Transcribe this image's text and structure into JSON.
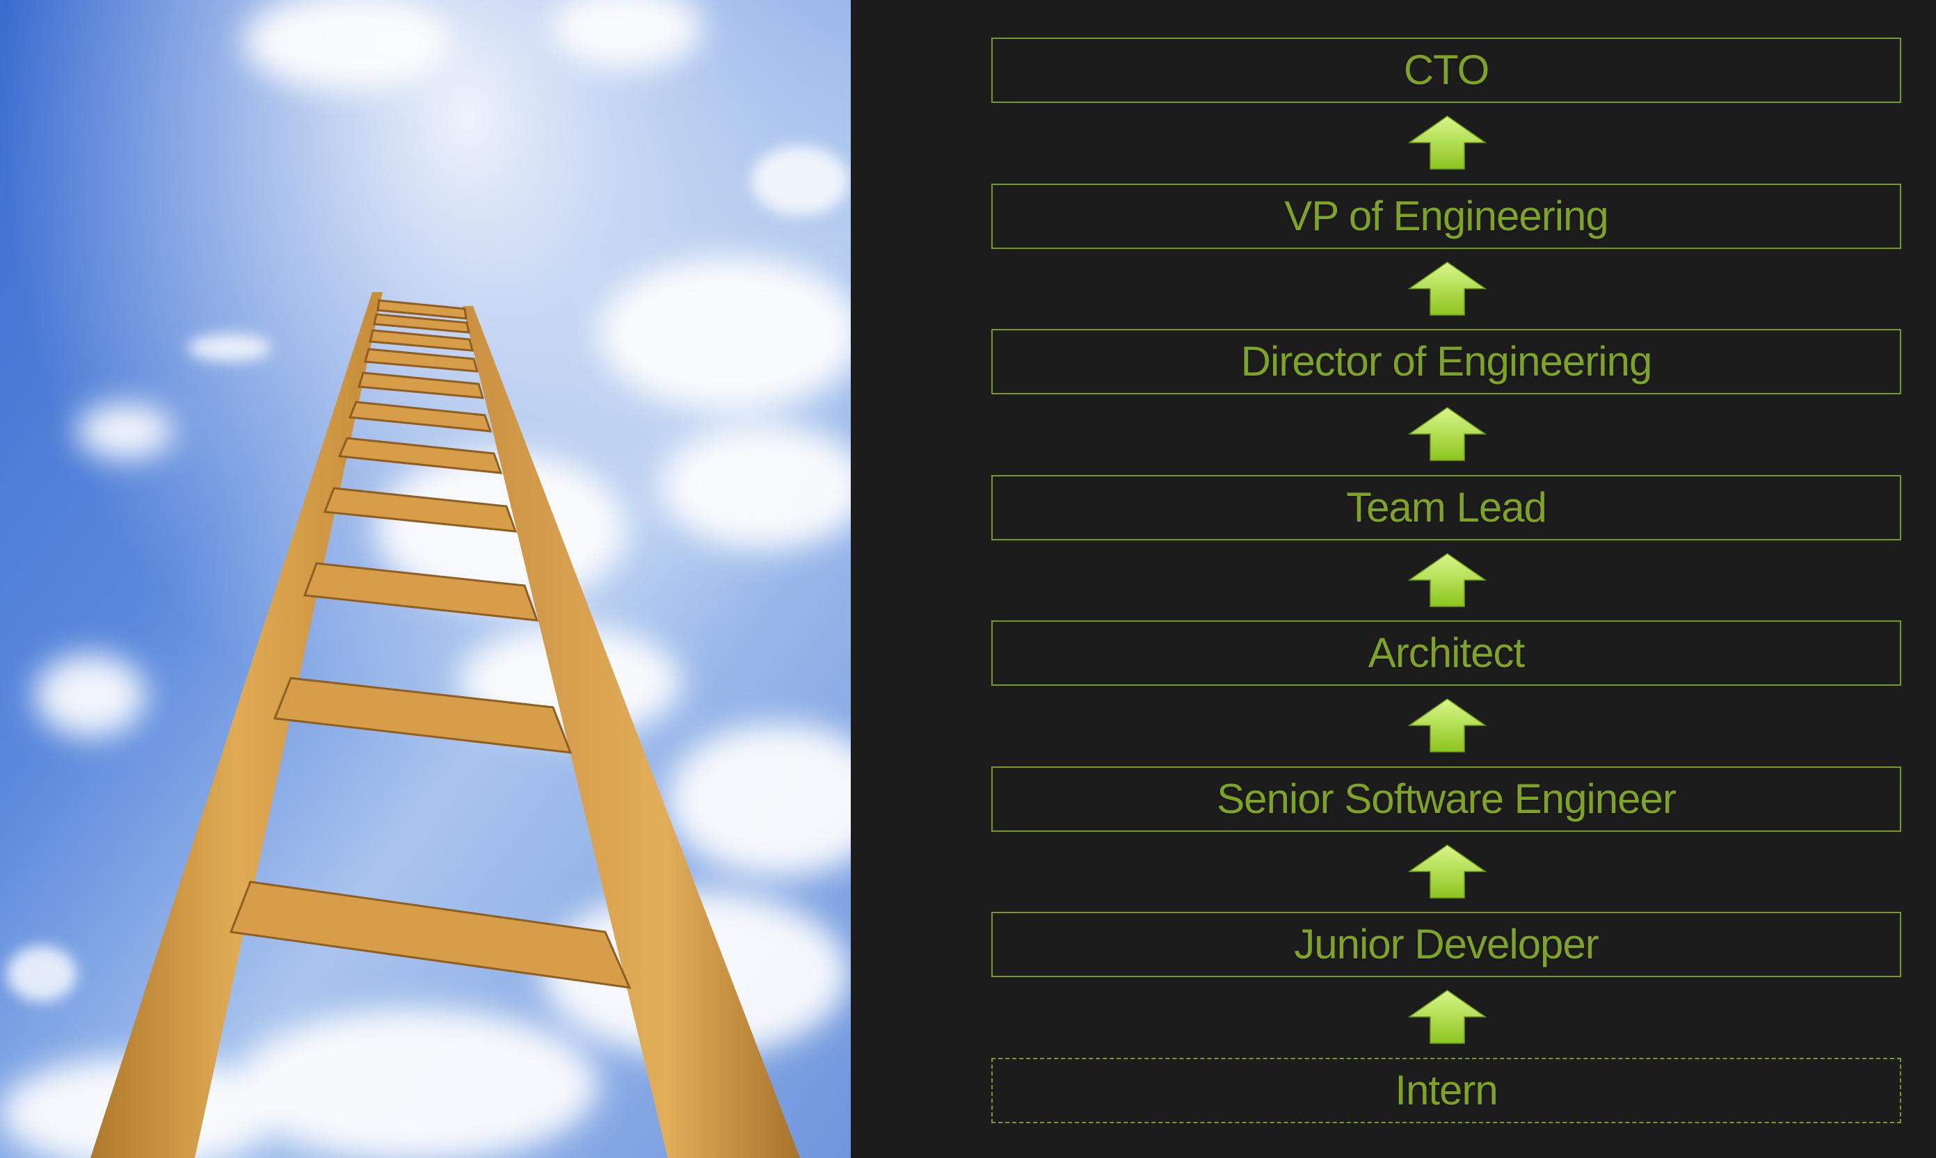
{
  "colors": {
    "background": "#1c1c1c",
    "box_border": "#7a9a1e",
    "label_text": "#7fa424",
    "arrow_fill_light": "#d9f78a",
    "arrow_fill_dark": "#8cc51f",
    "sky": "#3e6fcf",
    "ladder_wood": "#d9a24a"
  },
  "photo": {
    "subject": "wooden ladder reaching into a blue sky with white clouds"
  },
  "ladder": {
    "levels": [
      {
        "label": "CTO",
        "border": "solid"
      },
      {
        "label": "VP of Engineering",
        "border": "solid"
      },
      {
        "label": "Director of Engineering",
        "border": "solid"
      },
      {
        "label": "Team Lead",
        "border": "solid"
      },
      {
        "label": "Architect",
        "border": "solid"
      },
      {
        "label": "Senior Software Engineer",
        "border": "solid"
      },
      {
        "label": "Junior Developer",
        "border": "solid"
      },
      {
        "label": "Intern",
        "border": "dashed"
      }
    ],
    "arrow_icon": "up-arrow-icon"
  }
}
